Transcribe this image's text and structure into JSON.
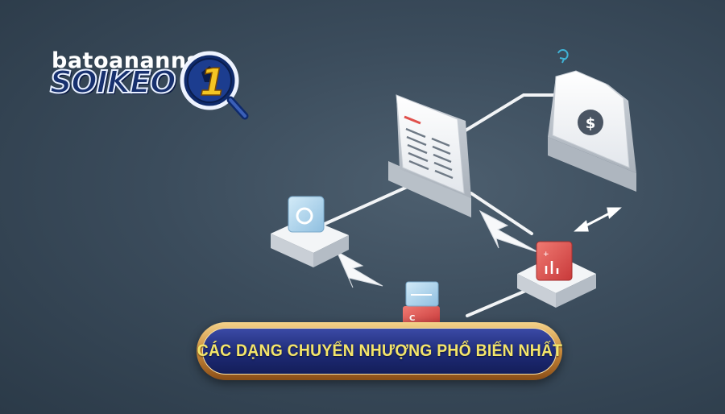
{
  "watermark": {
    "text": "batoanannsse"
  },
  "logo": {
    "word": "SOIKEO",
    "number": "1"
  },
  "diagram": {
    "currency_symbol": "$",
    "refresh_icon": "refresh-icon"
  },
  "banner": {
    "title": "CÁC DẠNG CHUYỂN NHƯỢNG PHỔ BIẾN NHẤT"
  },
  "colors": {
    "background": "#3b4c5c",
    "banner_gold": "#c98a3a",
    "banner_blue": "#1d2a75",
    "banner_text": "#f4e56a",
    "accent_red": "#e0504c",
    "accent_blue": "#a9cfe8",
    "logo_navy": "#17306e"
  }
}
